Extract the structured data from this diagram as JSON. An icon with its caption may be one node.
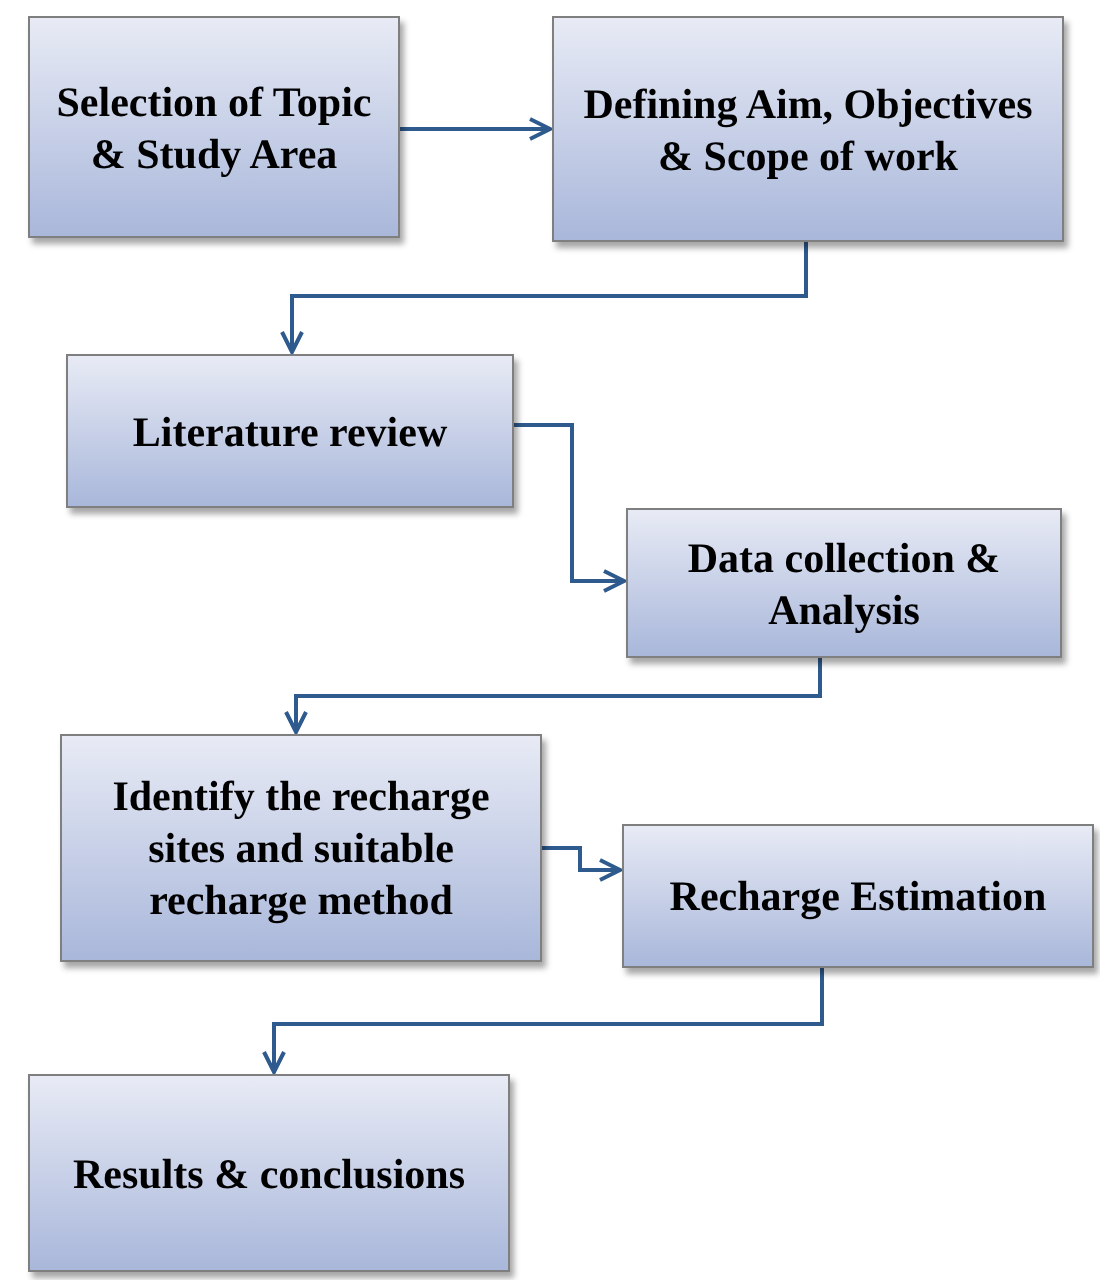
{
  "diagram": {
    "nodes": [
      {
        "text": [
          "Selection of Topic & Study Area"
        ]
      },
      {
        "text": [
          "Defining Aim, Objectives & Scope of work"
        ]
      },
      {
        "text": [
          "Literature review"
        ]
      },
      {
        "text": [
          "Data collection & Analysis"
        ]
      },
      {
        "text": [
          "Identify the recharge sites and suitable recharge method"
        ]
      },
      {
        "text": [
          "Recharge Estimation"
        ]
      },
      {
        "text": [
          "Results & conclusions"
        ]
      }
    ],
    "edges": [
      {
        "from": 0,
        "to": 1,
        "arrow": "to"
      },
      {
        "from": 1,
        "to": 2,
        "arrow": "to"
      },
      {
        "from": 2,
        "to": 3,
        "arrow": "to"
      },
      {
        "from": 3,
        "to": 4,
        "arrow": "to"
      },
      {
        "from": 4,
        "to": 5,
        "arrow": "to"
      },
      {
        "from": 5,
        "to": 6,
        "arrow": "to"
      }
    ]
  }
}
